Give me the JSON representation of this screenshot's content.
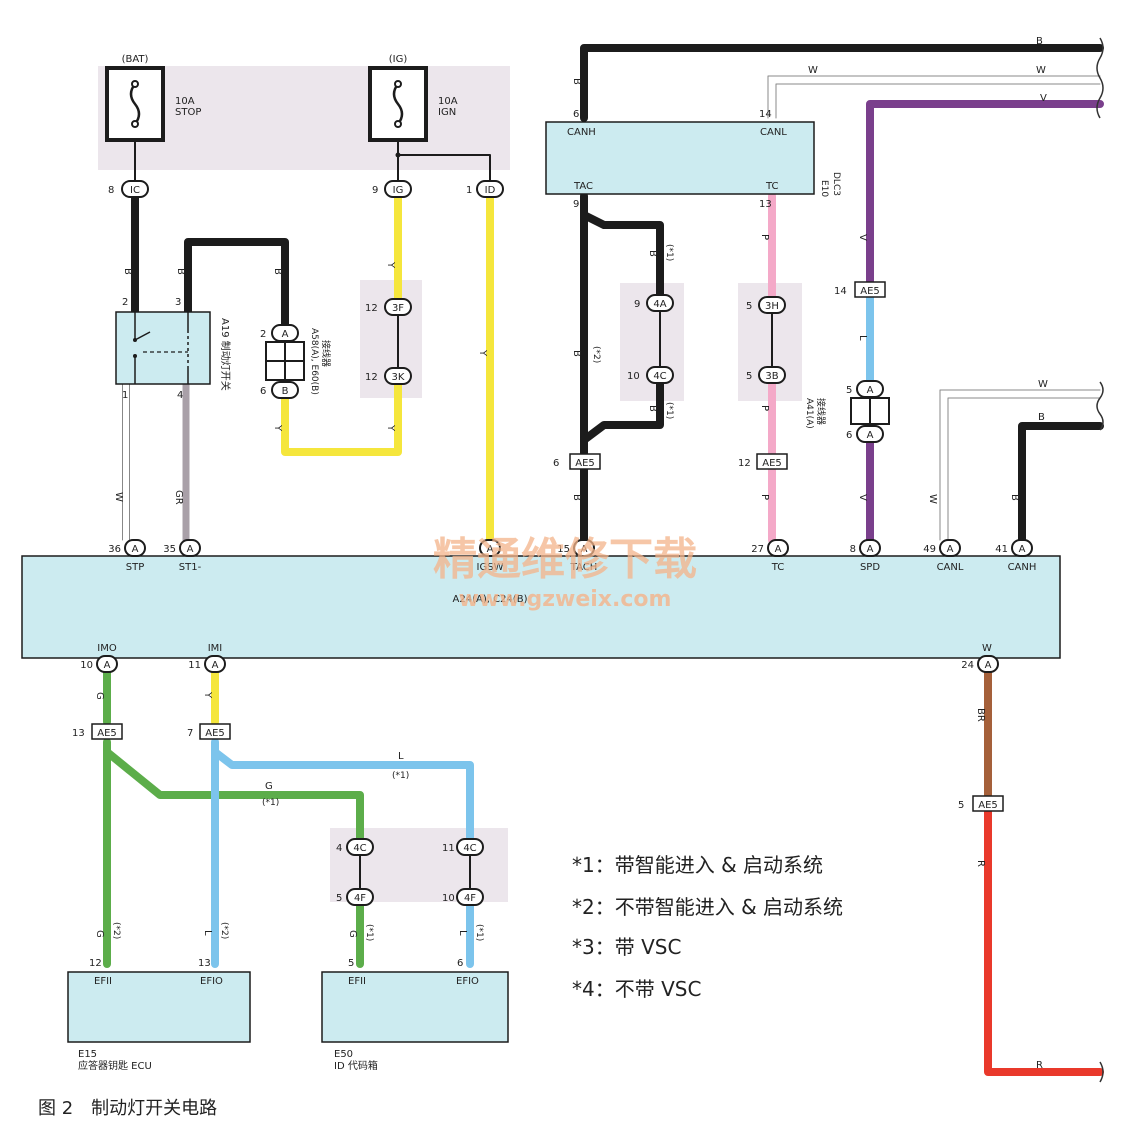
{
  "caption": "图 2　制动灯开关电路",
  "watermark": {
    "cn": "精通维修下载",
    "url": "www.gzweix.com"
  },
  "fuses": {
    "bat": {
      "source": "(BAT)",
      "rating": "10A",
      "name": "STOP"
    },
    "ig": {
      "source": "(IG)",
      "rating": "10A",
      "name": "IGN"
    }
  },
  "conn_ic": {
    "pin": "8",
    "name": "IC"
  },
  "conn_ig": {
    "pin": "9",
    "name": "IG"
  },
  "conn_id": {
    "pin": "1",
    "name": "ID"
  },
  "conn_3f": {
    "pin": "12",
    "name": "3F"
  },
  "conn_3k": {
    "pin": "12",
    "name": "3K"
  },
  "switch_a19": {
    "label": "A19 制动灯开关",
    "pins": [
      "2",
      "3",
      "1",
      "4"
    ]
  },
  "connector_a58": {
    "label": "A58(A), E60(B)",
    "sub": "接线器",
    "pin_top": "2",
    "top": "A",
    "pin_bot": "6",
    "bot": "B"
  },
  "dlc3": {
    "id": "E10",
    "name": "DLC3",
    "pins": {
      "canh": "6",
      "canl": "14",
      "tac": "9",
      "tc": "13"
    },
    "labels": {
      "canh": "CANH",
      "canl": "CANL",
      "tac": "TAC",
      "tc": "TC"
    }
  },
  "conn_4a": {
    "pin": "9",
    "name": "4A"
  },
  "conn_4c_top": {
    "pin": "10",
    "name": "4C"
  },
  "conn_3h": {
    "pin": "5",
    "name": "3H"
  },
  "conn_3b": {
    "pin": "5",
    "name": "3B"
  },
  "ae5_tach": {
    "pin": "6",
    "name": "AE5"
  },
  "ae5_tc": {
    "pin": "12",
    "name": "AE5"
  },
  "ae5_spd": {
    "pin": "14",
    "name": "AE5"
  },
  "ae5_imo": {
    "pin": "13",
    "name": "AE5"
  },
  "ae5_imi": {
    "pin": "7",
    "name": "AE5"
  },
  "ae5_r": {
    "pin": "5",
    "name": "AE5"
  },
  "a41": {
    "label": "A41(A)",
    "sub": "接线器",
    "pin_top": "5",
    "pin_bot": "6",
    "name": "A"
  },
  "ecm": {
    "label": "A24(A), C24(B)",
    "top_pins": [
      {
        "pin": "36",
        "name": "STP",
        "conn": "A"
      },
      {
        "pin": "35",
        "name": "ST1-",
        "conn": "A"
      },
      {
        "pin": "",
        "name": "IGSW",
        "conn": "A"
      },
      {
        "pin": "15",
        "name": "TACH",
        "conn": "A"
      },
      {
        "pin": "27",
        "name": "TC",
        "conn": "A"
      },
      {
        "pin": "8",
        "name": "SPD",
        "conn": "A"
      },
      {
        "pin": "49",
        "name": "CANL",
        "conn": "A"
      },
      {
        "pin": "41",
        "name": "CANH",
        "conn": "A"
      }
    ],
    "bottom_pins": [
      {
        "pin": "10",
        "name": "IMO",
        "conn": "A"
      },
      {
        "pin": "11",
        "name": "IMI",
        "conn": "A"
      },
      {
        "pin": "24",
        "name": "W",
        "conn": "A"
      }
    ]
  },
  "conn_4c_left": {
    "pin": "4",
    "name": "4C"
  },
  "conn_4f_left": {
    "pin": "5",
    "name": "4F"
  },
  "conn_4c_right": {
    "pin": "11",
    "name": "4C"
  },
  "conn_4f_right": {
    "pin": "10",
    "name": "4F"
  },
  "e15": {
    "id": "E15",
    "name": "应答器钥匙 ECU",
    "pins": [
      {
        "pin": "12",
        "name": "EFII"
      },
      {
        "pin": "13",
        "name": "EFIO"
      }
    ]
  },
  "e50": {
    "id": "E50",
    "name": "ID 代码箱",
    "pins": [
      {
        "pin": "5",
        "name": "EFII"
      },
      {
        "pin": "6",
        "name": "EFIO"
      }
    ]
  },
  "wire_colors": {
    "B": "B",
    "W": "W",
    "V": "V",
    "Y": "Y",
    "GR": "GR",
    "P": "P",
    "L": "L",
    "G": "G",
    "BR": "BR",
    "R": "R"
  },
  "wire_notes": {
    "n1": "(*1)",
    "n2": "(*2)"
  },
  "notes": [
    "*1：带智能进入 & 启动系统",
    "*2：不带智能进入 & 启动系统",
    "*3：带 VSC",
    "*4：不带 VSC"
  ],
  "colors": {
    "black": "#1c1c1c",
    "yellow": "#f5e63c",
    "pink": "#f4a9c8",
    "purple": "#7a3f8c",
    "blue": "#7cc4ec",
    "green": "#5cad4a",
    "brown": "#a5603a",
    "red": "#e9392b",
    "gray": "#a9a0a8",
    "box": "#ccebf0",
    "shade": "#ece6ec"
  }
}
